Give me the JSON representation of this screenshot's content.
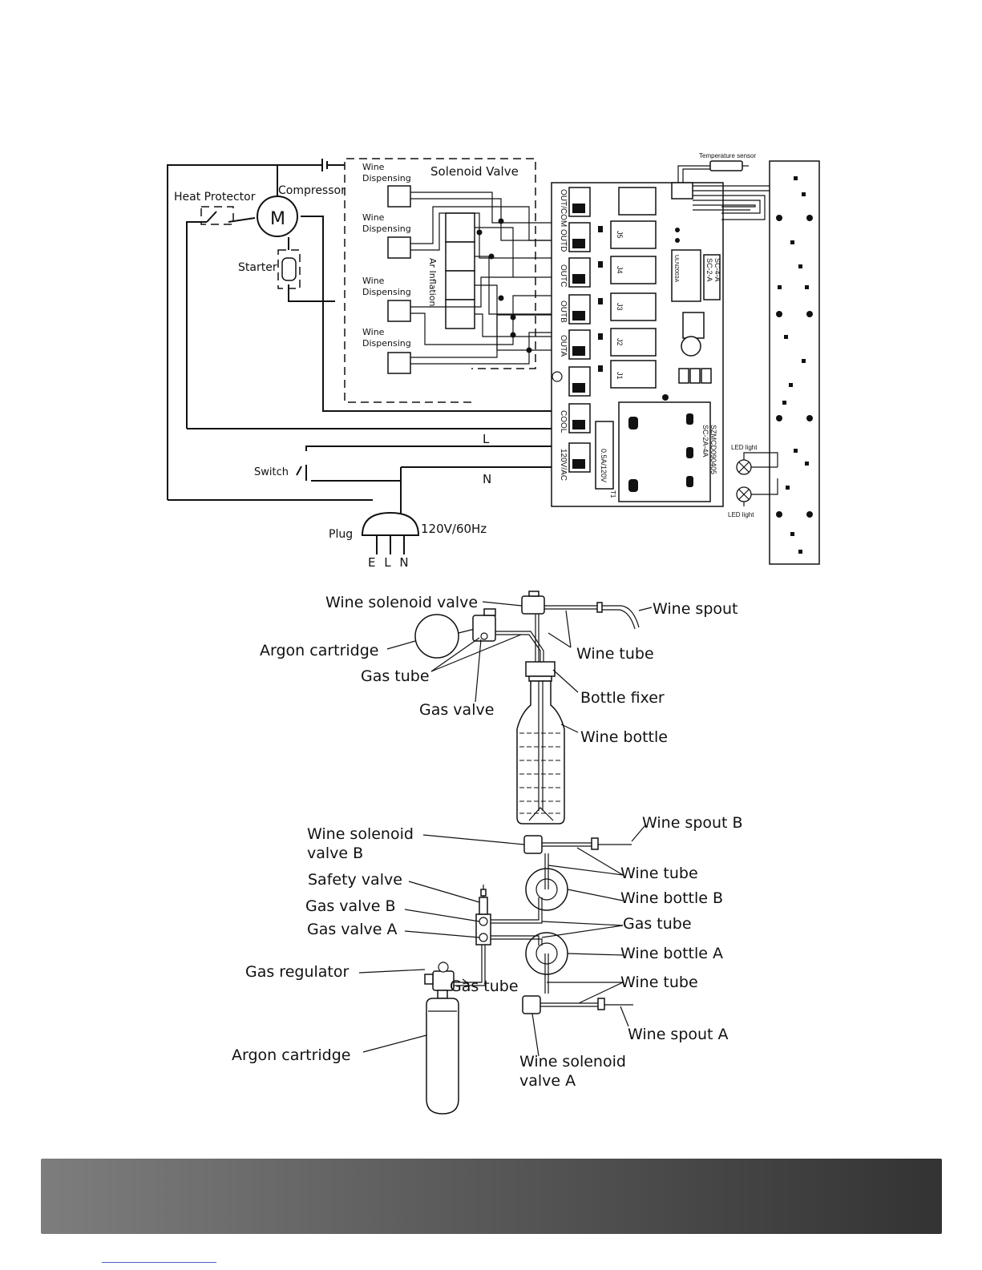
{
  "wiring": {
    "solenoid_valve": "Solenoid Valve",
    "wine_dispensing": [
      "Wine",
      "Dispensing"
    ],
    "heat_protector": "Heat Protector",
    "compressor": "Compressor",
    "motor": "M",
    "starter": "Starter",
    "ar_inflation": "Ar Inflation",
    "temperature_sensor": "Temperature sensor",
    "led_light": "LED light",
    "switch": "Switch",
    "plug": "Plug",
    "voltage": "120V/60Hz",
    "line_l": "L",
    "line_n": "N",
    "plug_pins": "E L N",
    "terminals": [
      "OUT/COM",
      "OUTD",
      "OUTC",
      "OUTB",
      "OUTA",
      "COOL",
      "120V/AC"
    ],
    "relays": [
      "J5",
      "J4",
      "J3",
      "J2",
      "J1"
    ],
    "board_model": [
      "SC-2-A",
      "SC-4-A"
    ],
    "board_code": [
      "SC-2A-4A",
      "SZMCD090405"
    ],
    "chip": "ULN2003A",
    "fuse": "0.5A/120V",
    "transformer": "T1"
  },
  "single": {
    "wine_solenoid_valve": "Wine solenoid valve",
    "wine_spout": "Wine spout",
    "argon_cartridge": "Argon cartridge",
    "wine_tube": "Wine tube",
    "gas_tube": "Gas tube",
    "bottle_fixer": "Bottle fixer",
    "gas_valve": "Gas valve",
    "wine_bottle": "Wine bottle"
  },
  "dual": {
    "wine_solenoid_valve_b": [
      "Wine solenoid",
      "valve B"
    ],
    "wine_spout_b": "Wine spout B",
    "wine_tube": "Wine tube",
    "safety_valve": "Safety valve",
    "wine_bottle_b": "Wine bottle B",
    "gas_valve_b": "Gas valve B",
    "gas_tube": "Gas tube",
    "gas_valve_a": "Gas valve A",
    "wine_bottle_a": "Wine bottle A",
    "gas_regulator": "Gas regulator",
    "wine_spout_a": "Wine spout A",
    "argon_cartridge": "Argon cartridge",
    "wine_solenoid_valve_a": [
      "Wine solenoid",
      "valve A"
    ]
  }
}
